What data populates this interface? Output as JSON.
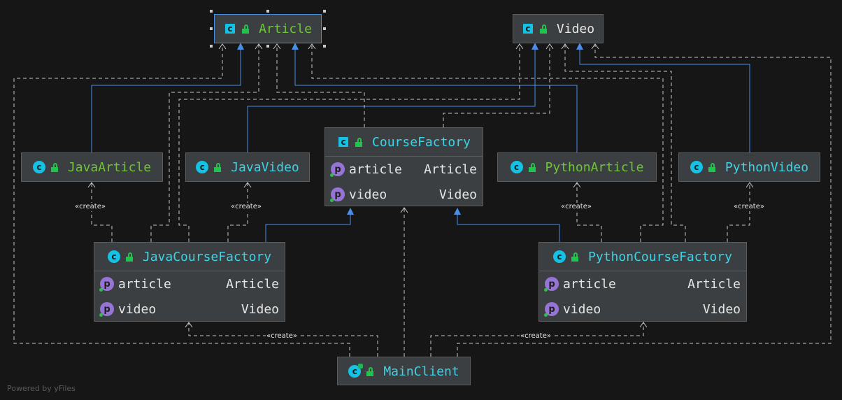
{
  "nodes": {
    "article": {
      "name": "Article"
    },
    "video": {
      "name": "Video"
    },
    "course_factory": {
      "name": "CourseFactory",
      "fields": [
        {
          "name": "article",
          "type": "Article"
        },
        {
          "name": "video",
          "type": "Video"
        }
      ]
    },
    "java_article": {
      "name": "JavaArticle"
    },
    "java_video": {
      "name": "JavaVideo"
    },
    "python_article": {
      "name": "PythonArticle"
    },
    "python_video": {
      "name": "PythonVideo"
    },
    "java_course_factory": {
      "name": "JavaCourseFactory",
      "fields": [
        {
          "name": "article",
          "type": "Article"
        },
        {
          "name": "video",
          "type": "Video"
        }
      ]
    },
    "python_course_factory": {
      "name": "PythonCourseFactory",
      "fields": [
        {
          "name": "article",
          "type": "Article"
        },
        {
          "name": "video",
          "type": "Video"
        }
      ]
    },
    "main_client": {
      "name": "MainClient"
    }
  },
  "icons": {
    "class": "c",
    "property": "p"
  },
  "edge_labels": {
    "create": "«create»"
  },
  "footer": "Powered by yFiles",
  "colors": {
    "background": "#161616",
    "node": "#3c3f41",
    "inherit_edge": "#4b8ee6",
    "dep_edge": "#c8c8c8"
  }
}
